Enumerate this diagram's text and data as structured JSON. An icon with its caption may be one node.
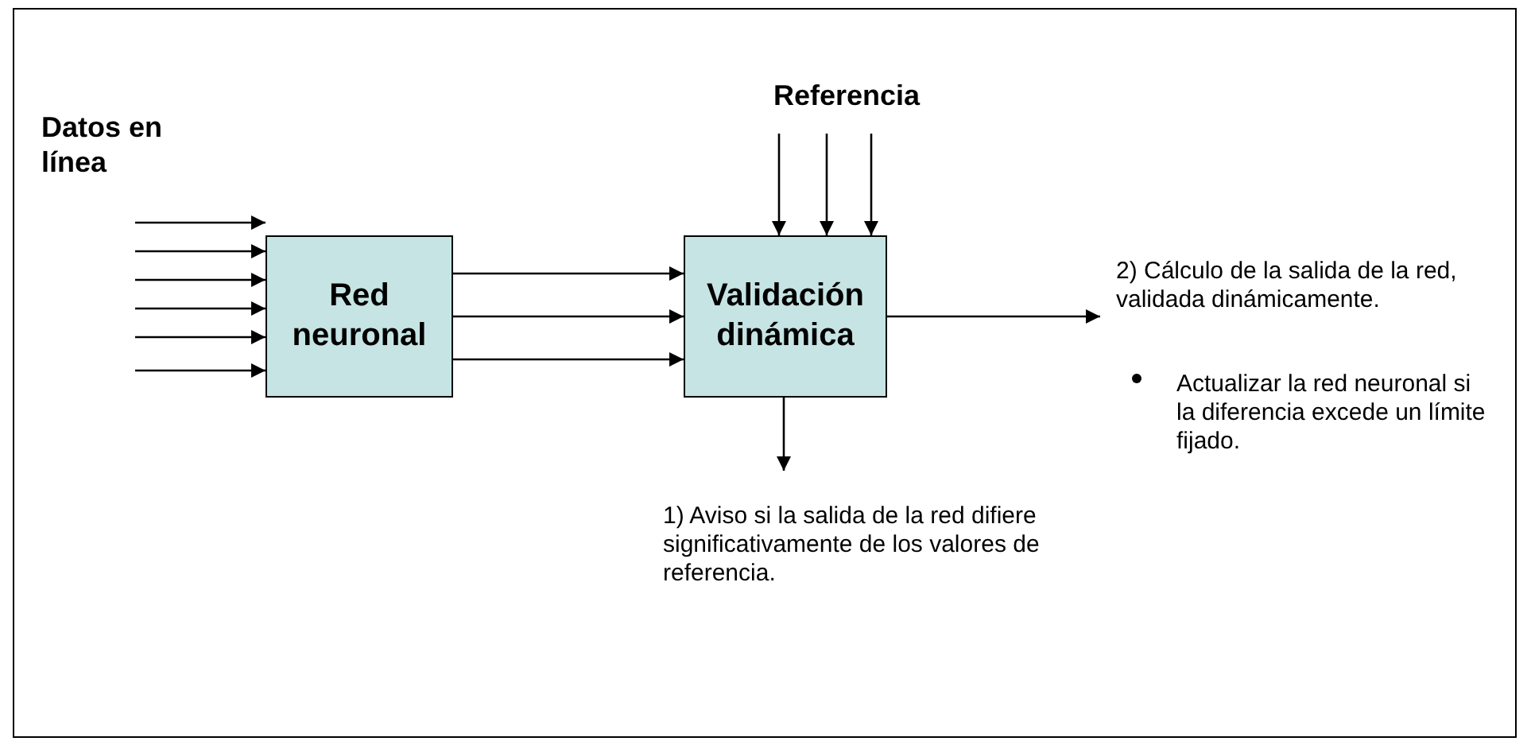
{
  "diagram": {
    "nodes": [
      {
        "text": [
          "Datos en línea"
        ]
      },
      {
        "text": [
          "Red neuronal"
        ]
      },
      {
        "text": [
          "Referencia"
        ]
      },
      {
        "text": [
          "Validación dinámica"
        ]
      },
      {
        "text": [
          "2) Cálculo de la salida de la red, validada dinámicamente."
        ]
      },
      {
        "text": [
          "1) Aviso si la salida de la red difiere significativamente de los valores de referencia."
        ]
      }
    ],
    "edges": [
      {
        "from": null,
        "to": 1,
        "arrow": "to"
      },
      {
        "from": null,
        "to": 1,
        "arrow": "to"
      },
      {
        "from": null,
        "to": 1,
        "arrow": "to"
      },
      {
        "from": null,
        "to": 1,
        "arrow": "to"
      },
      {
        "from": null,
        "to": 1,
        "arrow": "to"
      },
      {
        "from": null,
        "to": 1,
        "arrow": "to"
      },
      {
        "from": 1,
        "to": 3,
        "arrow": "to"
      },
      {
        "from": 1,
        "to": 3,
        "arrow": "to"
      },
      {
        "from": 1,
        "to": 3,
        "arrow": "to"
      },
      {
        "from": 2,
        "to": 3,
        "arrow": "to"
      },
      {
        "from": 2,
        "to": 3,
        "arrow": "to"
      },
      {
        "from": 2,
        "to": 3,
        "arrow": "to"
      },
      {
        "from": 3,
        "to": 4,
        "arrow": "to"
      },
      {
        "from": 3,
        "to": 5,
        "arrow": "to"
      }
    ],
    "labels": [
      "Actualizar la red neuronal si la diferencia excede un límite fijado."
    ]
  }
}
